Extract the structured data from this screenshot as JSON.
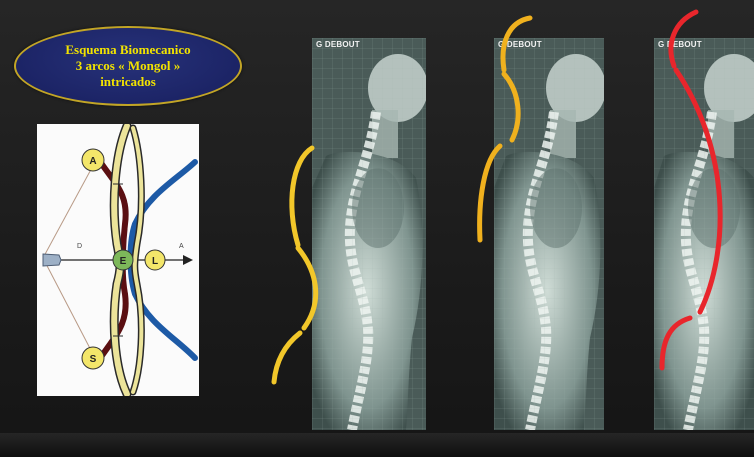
{
  "title": {
    "line1": "Esquema Biomecanico",
    "line2": "3 arcos « Mongol »",
    "line3": "intricados"
  },
  "diagram": {
    "labels": {
      "a": "A",
      "e": "E",
      "l": "L",
      "s": "S",
      "d": "D",
      "arrow": "A"
    },
    "colors": {
      "circle_yellow": "#f3e66a",
      "circle_green": "#7db85a",
      "dark_red": "#5b0f12",
      "blue": "#1d5aa6",
      "bow_yellow": "#ece49a"
    }
  },
  "xrays": [
    {
      "label": "G DEBOUT"
    },
    {
      "label": "G DEBOUT"
    },
    {
      "label": "G DEBOUT"
    }
  ],
  "curve_colors": {
    "yellow": "#f2c72a",
    "orange": "#f0b11e",
    "red": "#e8262c"
  }
}
